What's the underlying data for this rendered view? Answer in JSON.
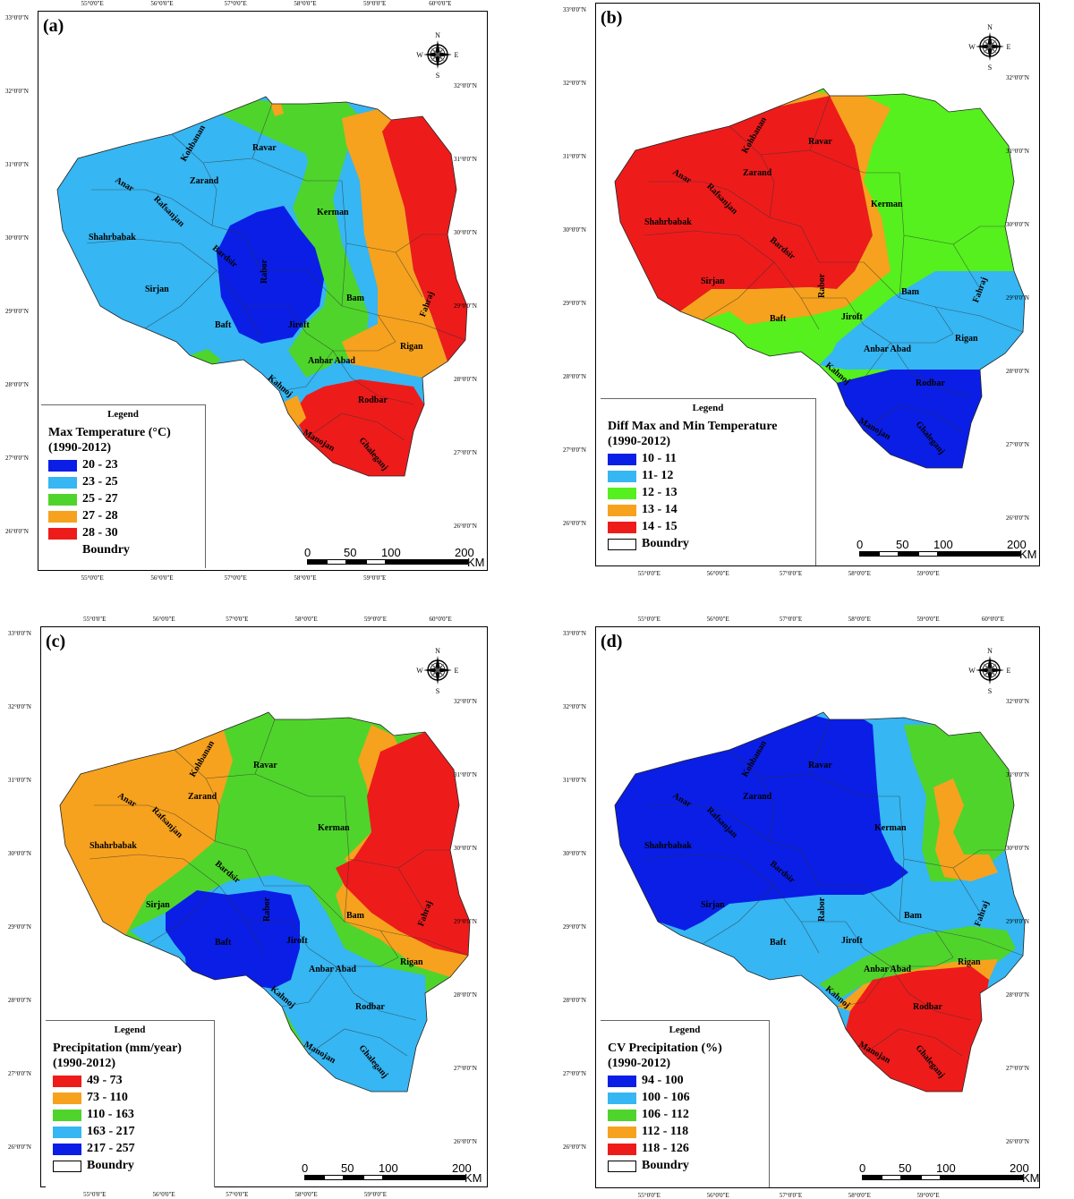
{
  "panels": [
    {
      "label": "(a)",
      "legend_title": "Legend",
      "legend_heading_1": "Max Temperature (°C)",
      "legend_heading_2": "(1990-2012)",
      "classes": [
        {
          "label": "20 - 23",
          "color": "#0a1ee6"
        },
        {
          "label": "23 - 25",
          "color": "#36b6f2"
        },
        {
          "label": "25 - 27",
          "color": "#4fd42c"
        },
        {
          "label": "27 - 28",
          "color": "#f6a21e"
        },
        {
          "label": "28 - 30",
          "color": "#ee1b1b"
        }
      ],
      "boundary_label": "Boundry",
      "boundary_swatch": false
    },
    {
      "label": "(b)",
      "legend_title": "Legend",
      "legend_heading_1": "Diff Max and Min Temperature",
      "legend_heading_2": "(1990-2012)",
      "classes": [
        {
          "label": "10 - 11",
          "color": "#0a1ee6"
        },
        {
          "label": "11- 12",
          "color": "#36b6f2"
        },
        {
          "label": "12 - 13",
          "color": "#55f01e"
        },
        {
          "label": "13 - 14",
          "color": "#f6a21e"
        },
        {
          "label": "14 - 15",
          "color": "#ee1b1b"
        }
      ],
      "boundary_label": "Boundry",
      "boundary_swatch": true
    },
    {
      "label": "(c)",
      "legend_title": "Legend",
      "legend_heading_1": "Precipitation (mm/year)",
      "legend_heading_2": "(1990-2012)",
      "classes": [
        {
          "label": "49 - 73",
          "color": "#ee1b1b"
        },
        {
          "label": "73 - 110",
          "color": "#f6a21e"
        },
        {
          "label": "110 - 163",
          "color": "#4fd42c"
        },
        {
          "label": "163 - 217",
          "color": "#36b6f2"
        },
        {
          "label": "217 - 257",
          "color": "#0a1ee6"
        }
      ],
      "boundary_label": "Boundry",
      "boundary_swatch": true
    },
    {
      "label": "(d)",
      "legend_title": "Legend",
      "legend_heading_1": "CV Precipitation (%)",
      "legend_heading_2": "(1990-2012)",
      "classes": [
        {
          "label": "94 - 100",
          "color": "#0a1ee6"
        },
        {
          "label": "100 - 106",
          "color": "#36b6f2"
        },
        {
          "label": "106 - 112",
          "color": "#4fd42c"
        },
        {
          "label": "112 - 118",
          "color": "#f6a21e"
        },
        {
          "label": "118 - 126",
          "color": "#ee1b1b"
        }
      ],
      "boundary_label": "Boundry",
      "boundary_swatch": true
    }
  ],
  "place_names": [
    "Kohbanan",
    "Ravar",
    "Zarand",
    "Anar",
    "Rafsanjan",
    "Kerman",
    "Shahrbabak",
    "Bardsir",
    "Sirjan",
    "Rabor",
    "Bam",
    "Fahraj",
    "Baft",
    "Jiroft",
    "Rigan",
    "Anbar Abad",
    "Kahnoj",
    "Rodbar",
    "Manojan",
    "Ghaleganj"
  ],
  "compass": {
    "n": "N",
    "s": "S",
    "e": "E",
    "w": "W"
  },
  "scale": {
    "ticks": [
      "0",
      "50",
      "100",
      "200"
    ],
    "unit": "KM"
  },
  "lon_ticks": [
    "55°0'0\"E",
    "56°0'0\"E",
    "57°0'0\"E",
    "58°0'0\"E",
    "59°0'0\"E",
    "60°0'0\"E"
  ],
  "lat_ticks_left": [
    "33°0'0\"N",
    "32°0'0\"N",
    "31°0'0\"N",
    "30°0'0\"N",
    "29°0'0\"N",
    "28°0'0\"N",
    "27°0'0\"N",
    "26°0'0\"N"
  ],
  "lat_ticks_right": [
    "32°0'0\"N",
    "31°0'0\"N",
    "30°0'0\"N",
    "29°0'0\"N",
    "28°0'0\"N",
    "27°0'0\"N",
    "26°0'0\"N"
  ],
  "colors": {
    "blue": "#0a1ee6",
    "lightblue": "#36b6f2",
    "green": "#4fd42c",
    "brightgreen": "#55f01e",
    "orange": "#f6a21e",
    "red": "#ee1b1b"
  }
}
